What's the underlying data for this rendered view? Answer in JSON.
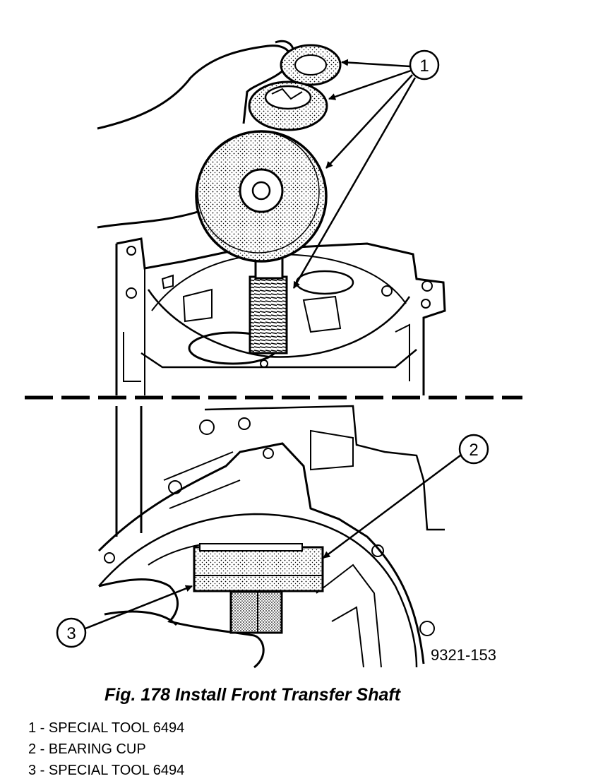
{
  "figure": {
    "id_label": "9321-153",
    "callouts": [
      {
        "number": "1"
      },
      {
        "number": "2"
      },
      {
        "number": "3"
      }
    ]
  },
  "caption": "Fig. 178 Install Front Transfer Shaft",
  "legend": [
    {
      "text": "1 - SPECIAL TOOL 6494"
    },
    {
      "text": "2 - BEARING CUP"
    },
    {
      "text": "3 - SPECIAL TOOL 6494"
    }
  ]
}
